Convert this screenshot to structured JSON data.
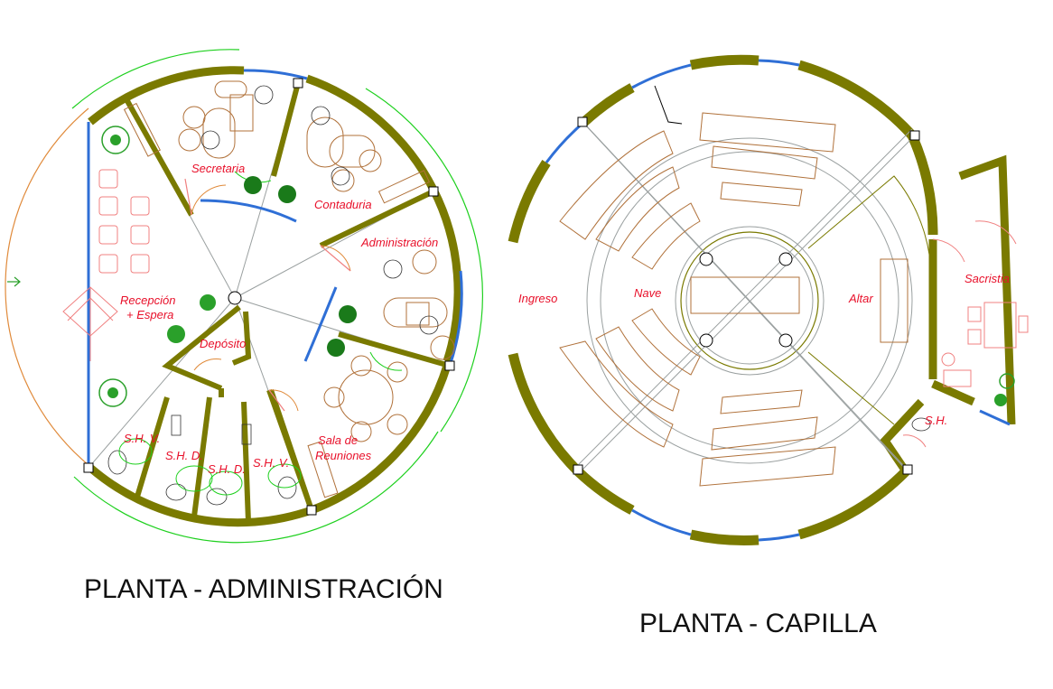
{
  "colors": {
    "wall": "#7a7a00",
    "line": "#9aa0a0",
    "label": "#e8102a",
    "furniture": "#b0713a",
    "sofa": "#f08080",
    "glass": "#2f6fd6",
    "plant": "#2aa02a",
    "door_arc": "#1ed01e",
    "title": "#111111"
  },
  "admin_plan": {
    "title": "PLANTA - ADMINISTRACIÓN",
    "rooms": {
      "secretaria": "Secretaria",
      "contaduria": "Contaduria",
      "administracion": "Administración",
      "recepcion_1": "Recepción",
      "recepcion_2": "+ Espera",
      "deposito": "Depósito",
      "shv_1": "S.H. V.",
      "shd_1": "S.H. D.",
      "shd_2": "S.H. D.",
      "shv_2": "S.H. V.",
      "sala_1": "Sala de",
      "sala_2": "Reuniones"
    }
  },
  "chapel_plan": {
    "title": "PLANTA - CAPILLA",
    "rooms": {
      "ingreso": "Ingreso",
      "nave": "Nave",
      "altar": "Altar",
      "sacristia": "Sacristia",
      "sh": "S.H."
    }
  }
}
